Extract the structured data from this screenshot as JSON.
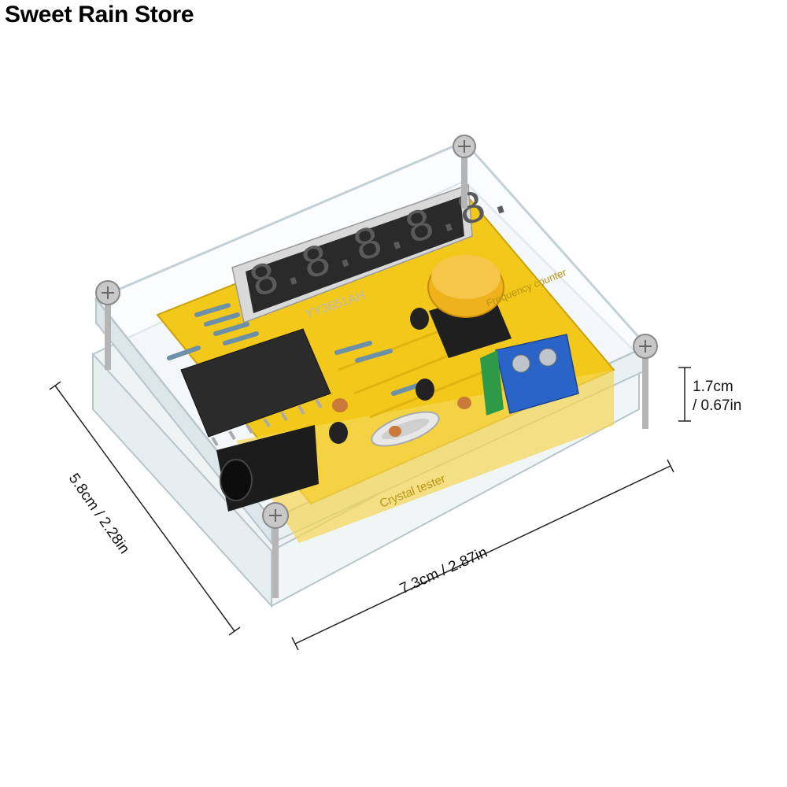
{
  "store": {
    "name": "Sweet Rain Store"
  },
  "dimensions": {
    "height": {
      "line1": "1.7cm",
      "line2": "/ 0.67in"
    },
    "width": "7.3cm / 2.87in",
    "depth": "5.8cm / 2.28in"
  },
  "product": {
    "display_text": "8.8.8.8.8.",
    "display_model": "YY3651AH",
    "board_label_1": "Crystal tester",
    "board_label_2": "Frequency counter"
  },
  "colors": {
    "pcb": "#f2c81a",
    "button_cap": "#f0b21c",
    "terminal_block": "#2a64c8",
    "jumper": "#2e9a48",
    "acrylic_edge": "#d8e4e8"
  }
}
